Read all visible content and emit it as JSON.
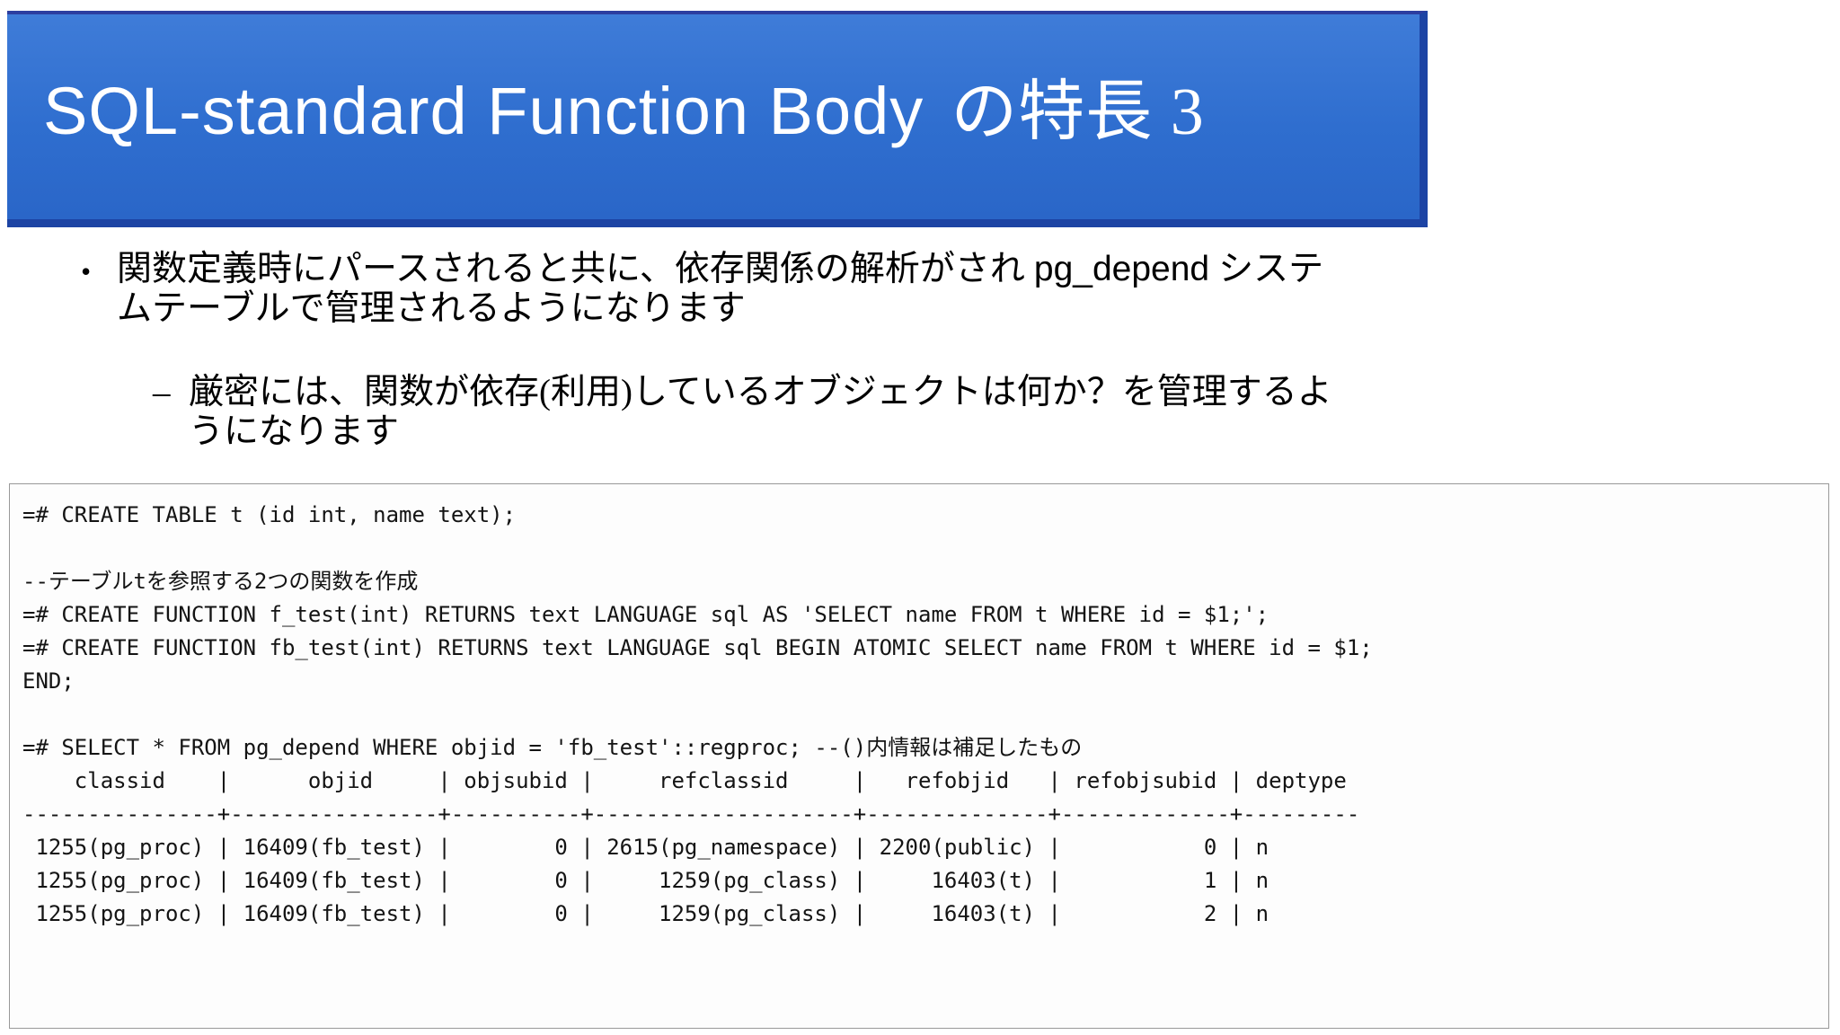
{
  "slide": {
    "title": {
      "latin": "SQL-standard Function Body",
      "jp": "の特長 3"
    },
    "bullets": {
      "level1": {
        "marker": "•",
        "line1_pre": "関数定義時にパースされると共に、依存関係の解析がされ",
        "line1_code": "pg_depend",
        "line1_post": "システ",
        "line2": "ムテーブルで管理されるようになります"
      },
      "level2": {
        "marker": "–",
        "line1": "厳密には、関数が依存(利用)しているオブジェクトは何か？を管理するよ",
        "line2": "うになります"
      }
    },
    "terminal": {
      "lines": [
        "=# CREATE TABLE t (id int, name text);",
        "",
        "--テーブルtを参照する2つの関数を作成",
        "=# CREATE FUNCTION f_test(int) RETURNS text LANGUAGE sql AS 'SELECT name FROM t WHERE id = $1;';",
        "=# CREATE FUNCTION fb_test(int) RETURNS text LANGUAGE sql BEGIN ATOMIC SELECT name FROM t WHERE id = $1;",
        "END;",
        "",
        "=# SELECT * FROM pg_depend WHERE objid = 'fb_test'::regproc; --()内情報は補足したもの",
        "    classid    |      objid     | objsubid |     refclassid     |   refobjid   | refobjsubid | deptype",
        "---------------+----------------+----------+--------------------+--------------+-------------+---------",
        " 1255(pg_proc) | 16409(fb_test) |        0 | 2615(pg_namespace) | 2200(public) |           0 | n",
        " 1255(pg_proc) | 16409(fb_test) |        0 |     1259(pg_class) |     16403(t) |           1 | n",
        " 1255(pg_proc) | 16409(fb_test) |        0 |     1259(pg_class) |     16403(t) |           2 | n"
      ],
      "result_table": {
        "columns": [
          "classid",
          "objid",
          "objsubid",
          "refclassid",
          "refobjid",
          "refobjsubid",
          "deptype"
        ],
        "rows": [
          [
            "1255(pg_proc)",
            "16409(fb_test)",
            "0",
            "2615(pg_namespace)",
            "2200(public)",
            "0",
            "n"
          ],
          [
            "1255(pg_proc)",
            "16409(fb_test)",
            "0",
            "1259(pg_class)",
            "16403(t)",
            "1",
            "n"
          ],
          [
            "1255(pg_proc)",
            "16409(fb_test)",
            "0",
            "1259(pg_class)",
            "16403(t)",
            "2",
            "n"
          ]
        ]
      }
    },
    "colors": {
      "title_bar_top": "#3f7cd8",
      "title_bar_bottom": "#2a66c8",
      "title_bar_edge": "#1d44a4",
      "title_text": "#ffffff",
      "body_text": "#000000",
      "terminal_bg": "#fdfdfd",
      "terminal_border": "#999999"
    }
  }
}
